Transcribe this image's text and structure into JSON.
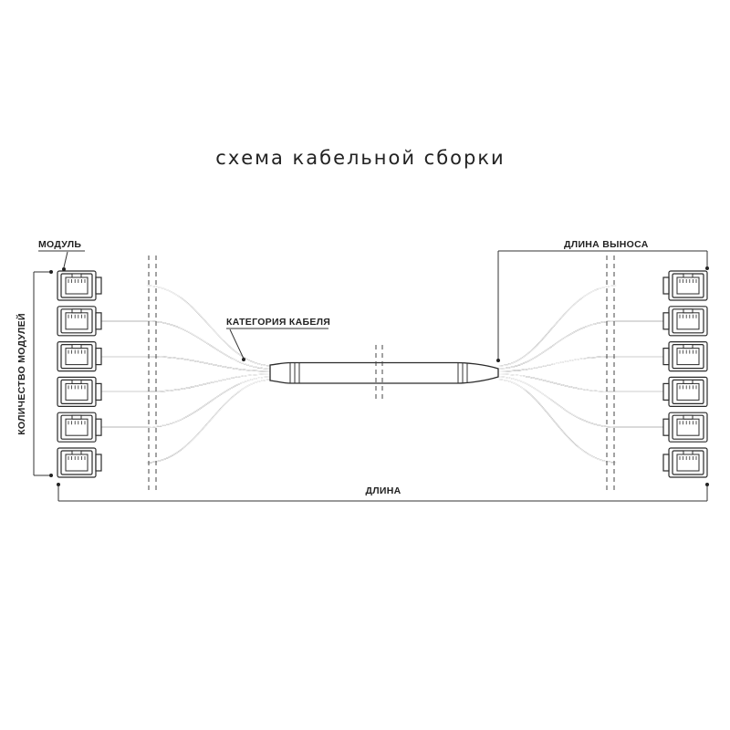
{
  "title": "схема кабельной сборки",
  "labels": {
    "module": "МОДУЛЬ",
    "cable_category": "КАТЕГОРИЯ КАБЕЛЯ",
    "breakout_length": "ДЛИНА ВЫНОСА",
    "module_count": "КОЛИЧЕСТВО МОДУЛЕЙ",
    "length": "ДЛИНА"
  },
  "modules_per_side": 6,
  "icons": {
    "connector": "rj45-jack-icon"
  }
}
